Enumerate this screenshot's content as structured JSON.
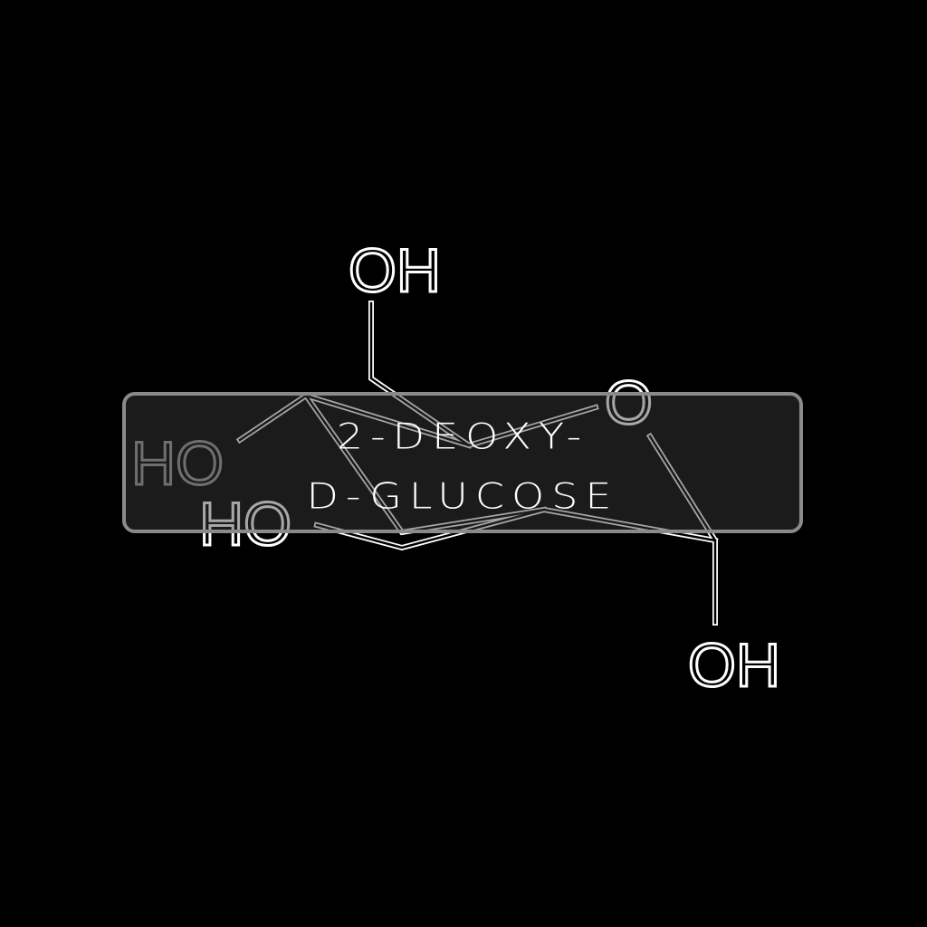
{
  "molecule": {
    "atoms": {
      "oh_top": "OH",
      "ring_o": "O",
      "ho_left_upper": "HO",
      "ho_left_lower": "HO",
      "oh_bottom": "OH"
    }
  },
  "label": {
    "line1": "2-DEOXY-",
    "line2": "D-GLUCOSE"
  },
  "colors": {
    "background": "#000000",
    "stroke": "#ffffff",
    "box_border": "#8a8a8a"
  }
}
